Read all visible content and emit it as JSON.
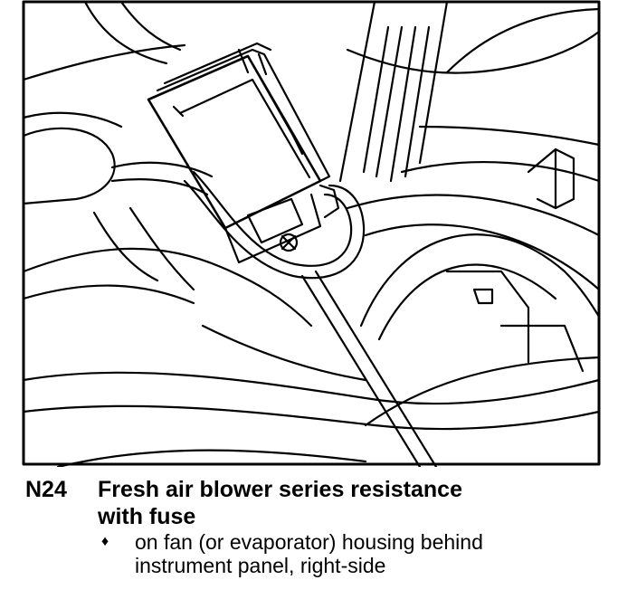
{
  "figure": {
    "component_code": "N24",
    "title_lines": [
      "Fresh air blower series resistance",
      "with fuse"
    ],
    "bullet_icon": "diamond-bullet-icon",
    "bullet_symbol": "♦",
    "description_lines": [
      "on fan (or evaporator) housing behind",
      "instrument panel, right-side"
    ]
  },
  "colors": {
    "ink": "#000000",
    "paper": "#ffffff"
  }
}
